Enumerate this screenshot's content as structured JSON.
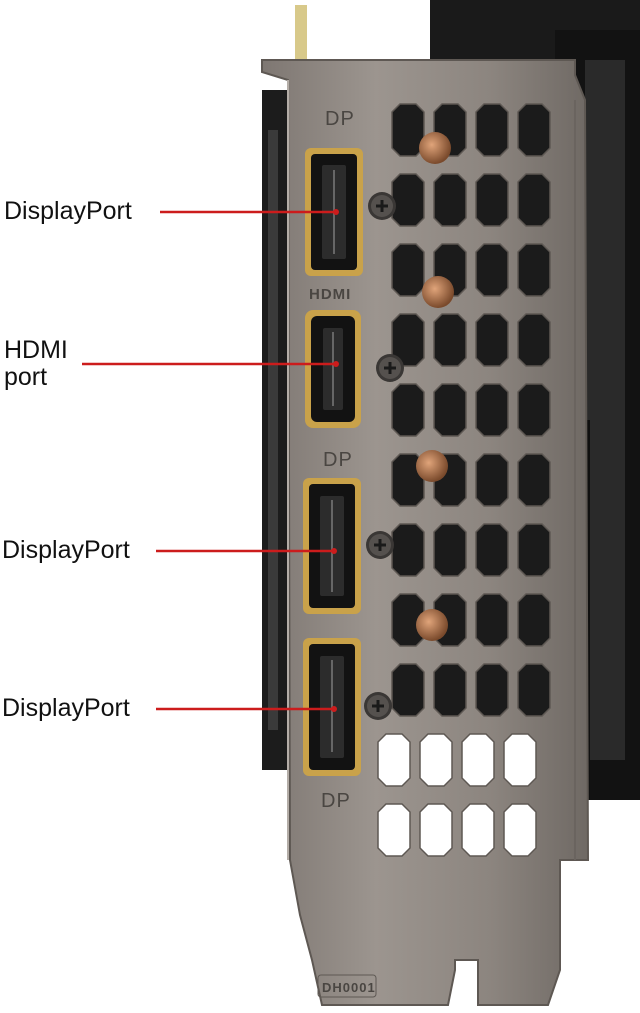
{
  "callouts": [
    {
      "label": "DisplayPort"
    },
    {
      "label_line1": "HDMI",
      "label_line2": "port"
    },
    {
      "label": "DisplayPort"
    },
    {
      "label": "DisplayPort"
    }
  ],
  "bracket_marks": {
    "dp_top": "DP",
    "hdmi": "HDMI",
    "dp_mid": "DP",
    "dp_bottom": "DP",
    "part_no": "DH0001"
  },
  "colors": {
    "leader_line": "#cc1c1c",
    "bracket_metal": "#8f8883",
    "bracket_dark": "#5e5853",
    "cooler_black": "#141414",
    "copper": "#b87a4f",
    "port_gold": "#c9a24a"
  }
}
